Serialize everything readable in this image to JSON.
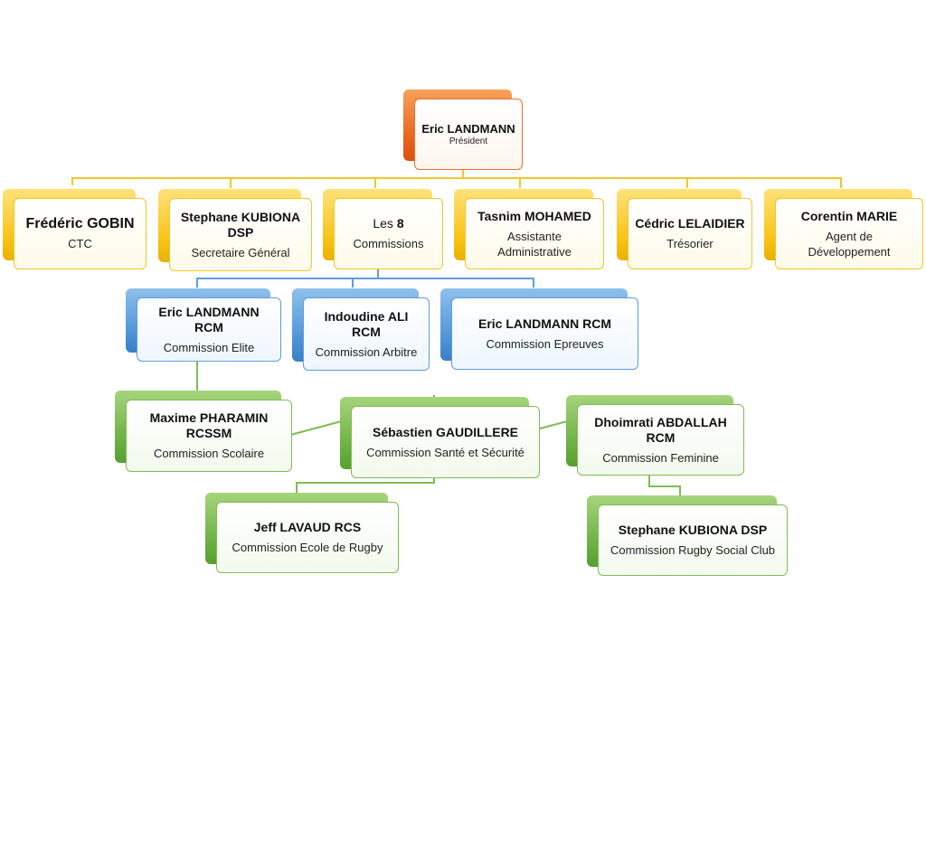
{
  "president": {
    "name": "Eric LANDMANN",
    "role": "Président"
  },
  "board": [
    {
      "name": "Frédéric GOBIN",
      "role": "CTC"
    },
    {
      "name": "Stephane KUBIONA DSP",
      "role": "Secretaire Général"
    },
    {
      "name_prefix": "Les ",
      "name_bold": "8",
      "role": "Commissions"
    },
    {
      "name": "Tasnim MOHAMED",
      "role": "Assistante Administrative"
    },
    {
      "name": "Cédric LELAIDIER",
      "role": "Trésorier"
    },
    {
      "name": "Corentin MARIE",
      "role": "Agent de Développement"
    }
  ],
  "commissions_blue": [
    {
      "name": "Eric LANDMANN RCM",
      "role": "Commission Elite"
    },
    {
      "name": "Indoudine ALI RCM",
      "role": "Commission Arbitre"
    },
    {
      "name": "Eric LANDMANN RCM",
      "role": "Commission Epreuves"
    }
  ],
  "commissions_green": [
    {
      "name": "Maxime PHARAMIN RCSSM",
      "role": "Commission Scolaire"
    },
    {
      "name": "Sébastien GAUDILLERE",
      "role": "Commission Santé et Sécurité"
    },
    {
      "name": "Dhoimrati ABDALLAH RCM",
      "role": "Commission Feminine"
    },
    {
      "name": "Jeff LAVAUD RCS",
      "role": "Commission Ecole de Rugby"
    },
    {
      "name": "Stephane KUBIONA DSP",
      "role": "Commission Rugby Social Club"
    }
  ],
  "colors": {
    "president": "#e8621c",
    "board": "#f9c316",
    "commission_main": "#4f93d8",
    "commission_sub": "#6ab042"
  }
}
